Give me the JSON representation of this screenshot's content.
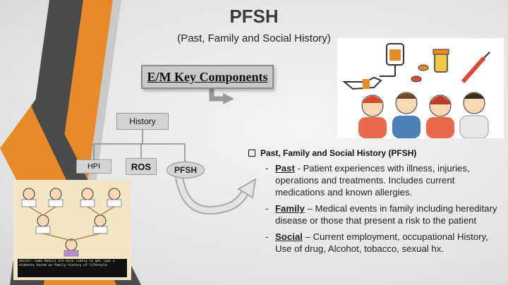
{
  "title": "PFSH",
  "subtitle": "(Past, Family and Social History)",
  "diagram": {
    "key_components": "E/M Key Components",
    "history": "History",
    "hpi": "HPI",
    "ros": "ROS",
    "pfsh": "PFSH"
  },
  "family_caption": "Doctor: Some Medics are more likely to get Type 2 diabetes based on family history of lifestyle.",
  "pfsh_section": {
    "heading": "Past, Family and Social History (PFSH)",
    "items": [
      {
        "dash": "-",
        "term": "Past",
        "text": " - Patient experiences with illness, injuries, operations and treatments.  Includes current medications and known allergies."
      },
      {
        "dash": "-",
        "term": "Family",
        "text": " – Medical events in family including hereditary disease or those that present a risk to the patient"
      },
      {
        "dash": "-",
        "term": "Social",
        "text": " – Current employment, occupational History, Use of drug, Alcohot, tobacco, sexual hx."
      }
    ]
  },
  "colors": {
    "accent": "#e8892a",
    "dark": "#3a3a3a",
    "box": "#d4d4d4"
  },
  "icons": [
    "iv-bag-icon",
    "pills-icon",
    "syringe-icon",
    "hand-icon",
    "people-icon",
    "checkbox-icon"
  ]
}
